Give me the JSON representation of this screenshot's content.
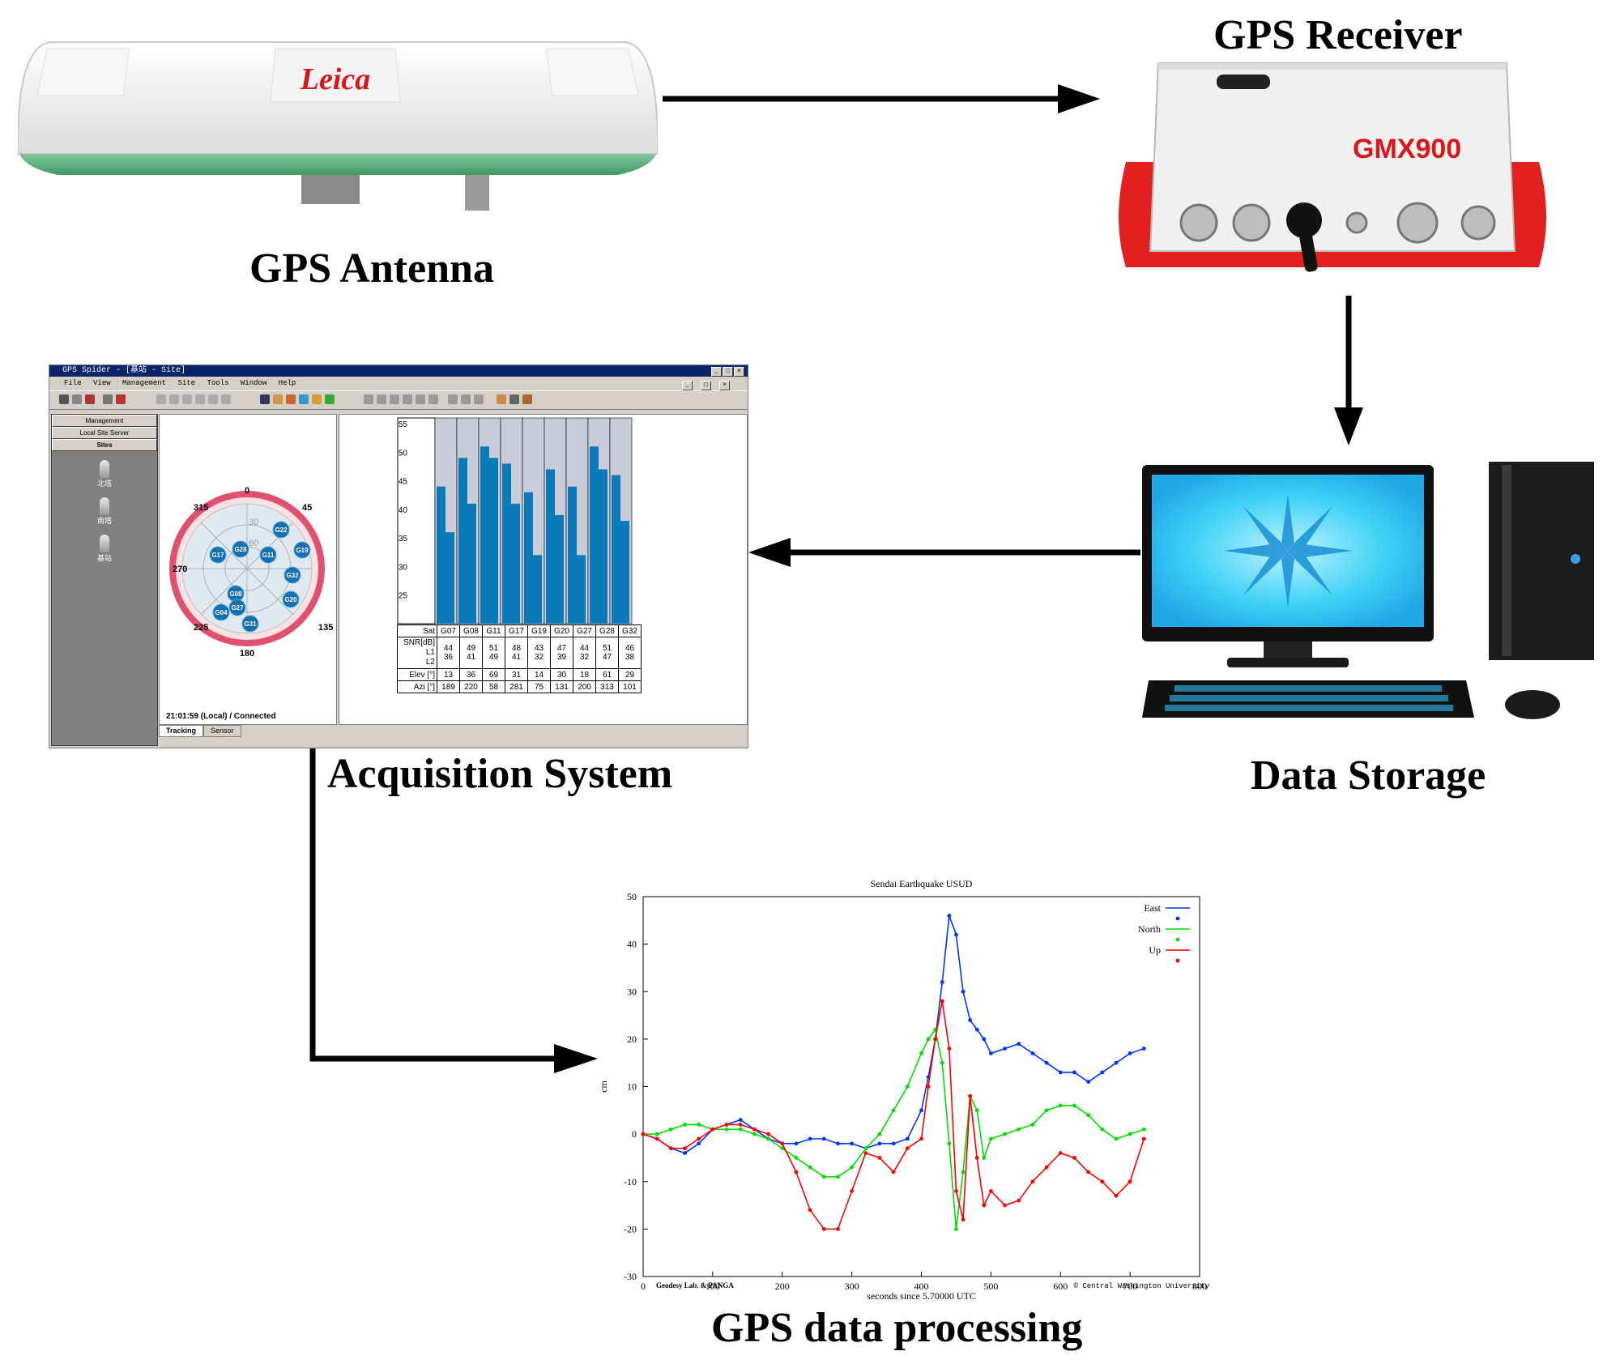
{
  "diagram": {
    "labels": {
      "antenna": "GPS Antenna",
      "receiver": "GPS Receiver",
      "storage": "Data Storage",
      "acquisition": "Acquisition System",
      "processing": "GPS data processing"
    },
    "brands": {
      "antenna_logo": "Leica",
      "receiver_model": "GMX900"
    },
    "edges": [
      {
        "from": "GPS Antenna",
        "to": "GPS Receiver"
      },
      {
        "from": "GPS Receiver",
        "to": "Data Storage"
      },
      {
        "from": "Data Storage",
        "to": "Acquisition System"
      },
      {
        "from": "Acquisition System",
        "to": "GPS data processing"
      }
    ]
  },
  "spider": {
    "title": "GPS Spider - [基站 - Site]",
    "menu": [
      "File",
      "View",
      "Management",
      "Site",
      "Tools",
      "Window",
      "Help"
    ],
    "left_buttons": [
      "Management",
      "Local Site Server",
      "Sites"
    ],
    "sites": [
      "北塔",
      "南塔",
      "基站"
    ],
    "sky": {
      "directions": [
        "0",
        "45",
        "135",
        "180",
        "225",
        "270",
        "315"
      ],
      "elevations": [
        "30",
        "60"
      ],
      "satellites": [
        "G22",
        "G17",
        "G28",
        "G11",
        "G19",
        "G32",
        "G08",
        "G20",
        "G27",
        "G04",
        "G31"
      ]
    },
    "status": "21:01:59 (Local) / Connected",
    "tabs": [
      "Tracking",
      "Sensor"
    ],
    "snr": {
      "y_ticks": [
        "55",
        "50",
        "45",
        "40",
        "35",
        "30",
        "25"
      ],
      "ylim": [
        20,
        56
      ],
      "sats": [
        "G07",
        "G08",
        "G11",
        "G17",
        "G19",
        "G20",
        "G27",
        "G28",
        "G32"
      ],
      "L1": [
        44,
        49,
        51,
        48,
        43,
        47,
        44,
        51,
        46
      ],
      "L2": [
        36,
        41,
        49,
        41,
        32,
        39,
        32,
        47,
        38
      ],
      "elev": [
        13,
        36,
        69,
        31,
        14,
        30,
        18,
        61,
        29
      ],
      "azi": [
        189,
        220,
        58,
        281,
        75,
        131,
        200,
        313,
        101
      ],
      "row_labels": {
        "sat": "Sat",
        "snr": "SNR[dB]",
        "l1": "L1",
        "l2": "L2",
        "elev": "Elev [°]",
        "azi": "Azi [°]"
      }
    }
  },
  "chart_data": {
    "type": "line",
    "title": "Sendai Earthquake USUD",
    "xlabel": "seconds since 5.70000 UTC",
    "ylabel": "cm",
    "xlim": [
      0,
      800
    ],
    "ylim": [
      -30,
      50
    ],
    "xticks": [
      0,
      100,
      200,
      300,
      400,
      500,
      600,
      700,
      800
    ],
    "yticks": [
      -30,
      -20,
      -10,
      0,
      10,
      20,
      30,
      40,
      50
    ],
    "legend_position": "top-right",
    "credit_left": "Geodesy Lab. & PANGA",
    "credit_right": "© Central Washington University",
    "series": [
      {
        "name": "East",
        "color": "#0033ff",
        "x": [
          0,
          20,
          40,
          60,
          80,
          100,
          120,
          140,
          160,
          180,
          200,
          220,
          240,
          260,
          280,
          300,
          320,
          340,
          360,
          380,
          400,
          410,
          420,
          430,
          440,
          450,
          460,
          470,
          480,
          490,
          500,
          520,
          540,
          560,
          580,
          600,
          620,
          640,
          660,
          680,
          700,
          720
        ],
        "y": [
          0,
          -1,
          -3,
          -4,
          -2,
          1,
          2,
          3,
          1,
          -1,
          -2,
          -2,
          -1,
          -1,
          -2,
          -2,
          -3,
          -2,
          -2,
          -1,
          5,
          12,
          20,
          32,
          46,
          42,
          30,
          24,
          22,
          20,
          17,
          18,
          19,
          17,
          15,
          13,
          13,
          11,
          13,
          15,
          17,
          18
        ]
      },
      {
        "name": "North",
        "color": "#00dd00",
        "x": [
          0,
          20,
          40,
          60,
          80,
          100,
          120,
          140,
          160,
          180,
          200,
          220,
          240,
          260,
          280,
          300,
          320,
          340,
          360,
          380,
          400,
          410,
          420,
          430,
          440,
          450,
          460,
          470,
          480,
          490,
          500,
          520,
          540,
          560,
          580,
          600,
          620,
          640,
          660,
          680,
          700,
          720
        ],
        "y": [
          0,
          0,
          1,
          2,
          2,
          1,
          1,
          1,
          0,
          -1,
          -3,
          -5,
          -7,
          -9,
          -9,
          -7,
          -3,
          0,
          5,
          10,
          17,
          20,
          22,
          15,
          -2,
          -20,
          -8,
          8,
          5,
          -5,
          -1,
          0,
          1,
          2,
          5,
          6,
          6,
          4,
          1,
          -1,
          0,
          1
        ]
      },
      {
        "name": "Up",
        "color": "#ff0000",
        "x": [
          0,
          20,
          40,
          60,
          80,
          100,
          120,
          140,
          160,
          180,
          200,
          220,
          240,
          260,
          280,
          300,
          320,
          340,
          360,
          380,
          400,
          410,
          420,
          430,
          440,
          450,
          460,
          470,
          480,
          490,
          500,
          520,
          540,
          560,
          580,
          600,
          620,
          640,
          660,
          680,
          700,
          720
        ],
        "y": [
          0,
          -1,
          -3,
          -3,
          -1,
          1,
          2,
          2,
          1,
          0,
          -2,
          -8,
          -16,
          -20,
          -20,
          -12,
          -4,
          -5,
          -8,
          -3,
          -1,
          10,
          20,
          28,
          18,
          -12,
          -18,
          8,
          -5,
          -15,
          -12,
          -15,
          -14,
          -10,
          -7,
          -4,
          -5,
          -8,
          -10,
          -13,
          -10,
          -1
        ]
      }
    ]
  }
}
